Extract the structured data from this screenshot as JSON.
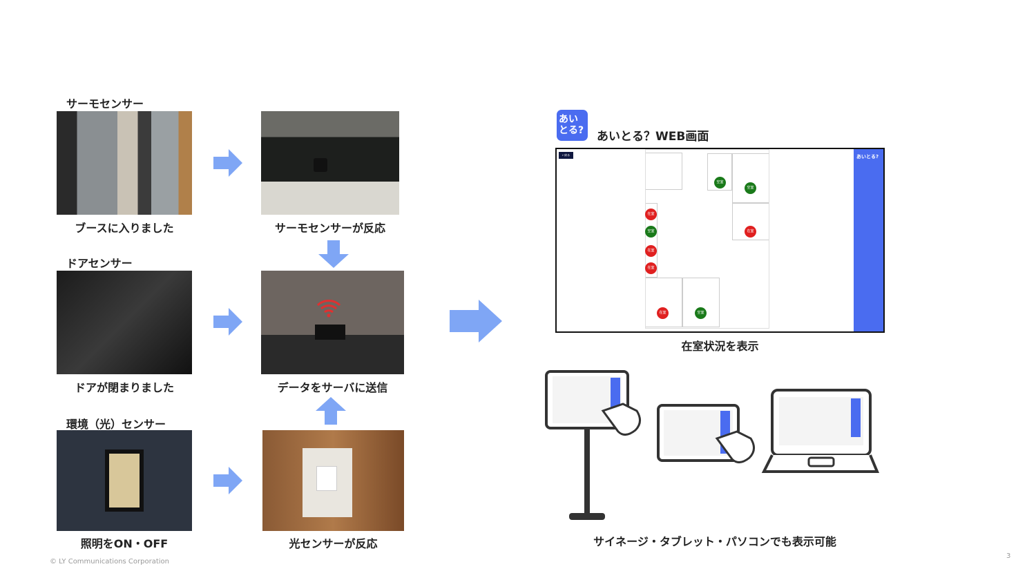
{
  "sensors": {
    "thermo": {
      "title": "サーモセンサー",
      "step1": "ブースに入りました",
      "step2": "サーモセンサーが反応"
    },
    "door": {
      "title": "ドアセンサー",
      "step1": "ドアが閉まりました",
      "step2": "データをサーバに送信"
    },
    "env": {
      "title": "環境（光）センサー",
      "step1": "照明をON・OFF",
      "step2": "光センサーが反応"
    }
  },
  "web": {
    "logo_text": "あいとる?",
    "title": "あいとる？WEB画面",
    "back_button": "←戻る",
    "sidebar_logo": "あいとる?",
    "caption": "在室状況を表示",
    "seat_labels": {
      "occupied": "在室",
      "vacant": "空室"
    },
    "seats": [
      "vacant",
      "vacant",
      "occupied",
      "vacant",
      "occupied",
      "occupied",
      "occupied",
      "occupied",
      "vacant"
    ]
  },
  "devices": {
    "caption": "サイネージ・タブレット・パソコンでも表示可能"
  },
  "colors": {
    "arrow": "#7fa6f5",
    "brand_blue": "#4a6cf0",
    "occupied": "#e02020",
    "vacant": "#1a7a1a"
  },
  "footer": {
    "copyright": "© LY Communications Corporation",
    "page": "3"
  }
}
